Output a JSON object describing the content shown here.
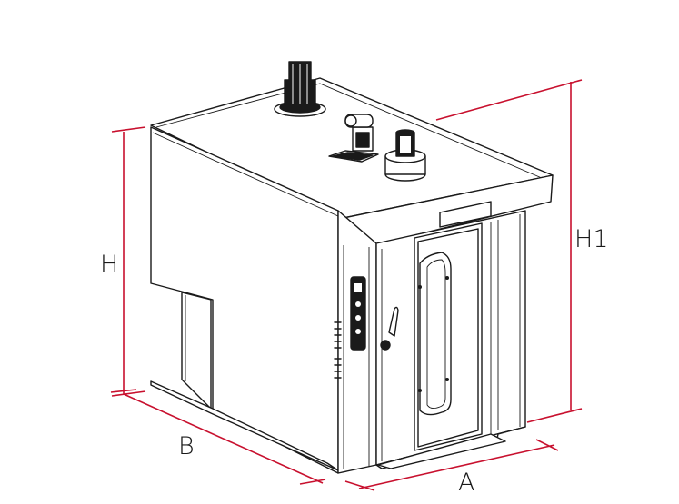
{
  "diagram": {
    "dimension_labels": {
      "height": "H",
      "total_height": "H1",
      "depth": "B",
      "width": "A"
    },
    "colors": {
      "outline": "#1a1a1a",
      "dimension_line": "#c8102e",
      "background": "#ffffff"
    }
  }
}
